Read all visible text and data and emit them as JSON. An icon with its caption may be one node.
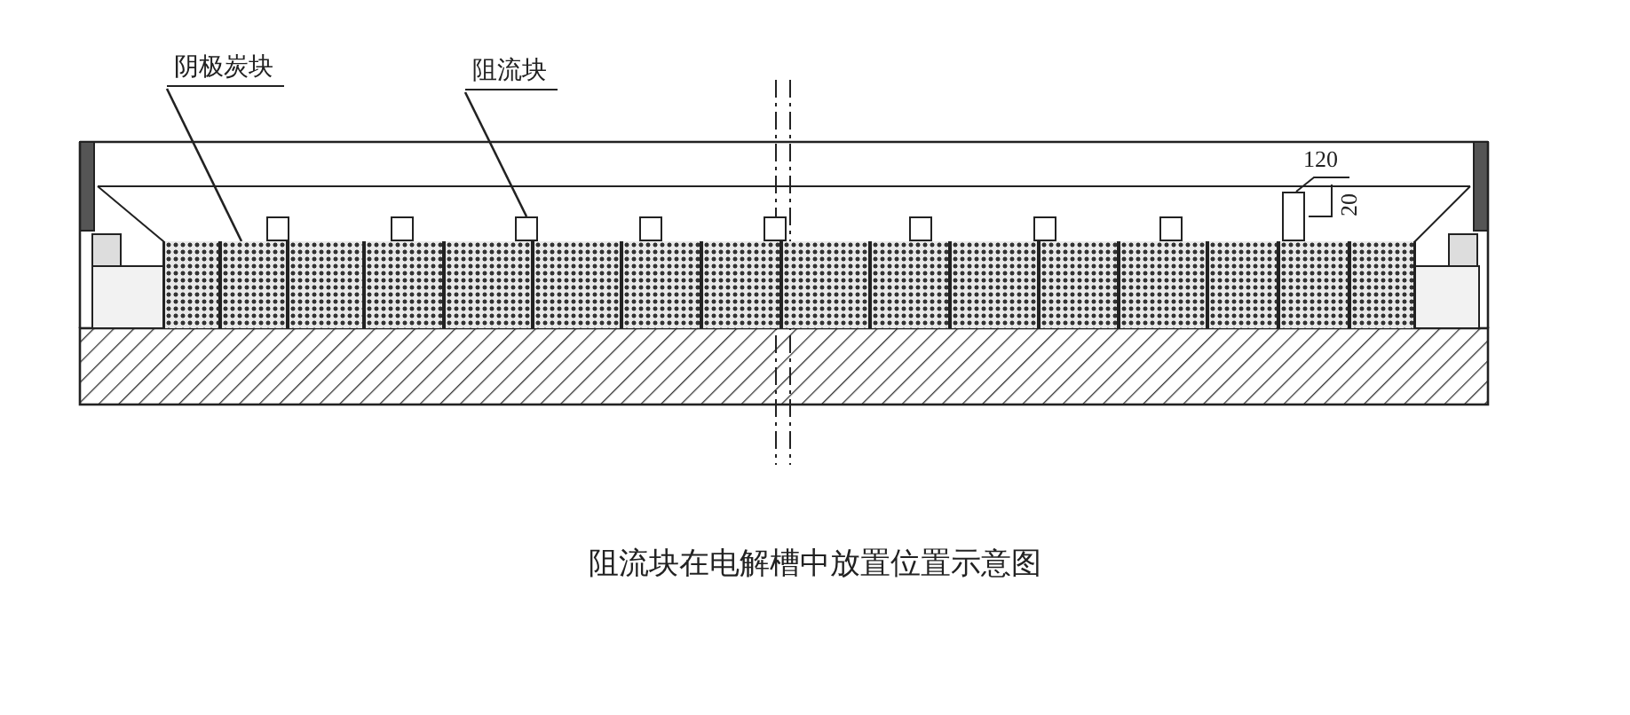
{
  "diagram": {
    "caption": "阻流块在电解槽中放置位置示意图",
    "nodes": [
      {
        "text": [
          "阴极炭块"
        ]
      },
      {
        "text": [
          "阻流块"
        ]
      },
      {
        "text": [],
        "shape": "box"
      },
      {
        "text": [],
        "shape": "box"
      },
      {
        "text": [],
        "shape": "box"
      },
      {
        "text": [],
        "shape": "box"
      },
      {
        "text": [],
        "shape": "box"
      },
      {
        "text": [],
        "shape": "box"
      },
      {
        "text": [],
        "shape": "box"
      },
      {
        "text": [],
        "shape": "box"
      },
      {
        "text": [],
        "shape": "box"
      },
      {
        "text": [],
        "shape": "box"
      },
      {
        "text": [],
        "shape": "box"
      },
      {
        "text": [],
        "shape": "box"
      },
      {
        "text": [],
        "shape": "box"
      },
      {
        "text": [],
        "shape": "box"
      },
      {
        "text": [],
        "shape": "box"
      },
      {
        "text": [],
        "shape": "box"
      },
      {
        "text": [],
        "shape": "box"
      },
      {
        "text": [],
        "shape": "box"
      },
      {
        "text": [],
        "shape": "box"
      },
      {
        "text": [],
        "shape": "box"
      },
      {
        "text": [],
        "shape": "box"
      },
      {
        "text": [],
        "shape": "box"
      },
      {
        "text": [],
        "shape": "box"
      },
      {
        "text": [],
        "shape": "box"
      },
      {
        "text": [],
        "shape": "box"
      }
    ],
    "edges": [
      {
        "from": 0,
        "to": 3,
        "arrow": "none"
      },
      {
        "from": 1,
        "to": 20,
        "arrow": "none"
      }
    ],
    "labels": [
      "120",
      "20"
    ]
  }
}
